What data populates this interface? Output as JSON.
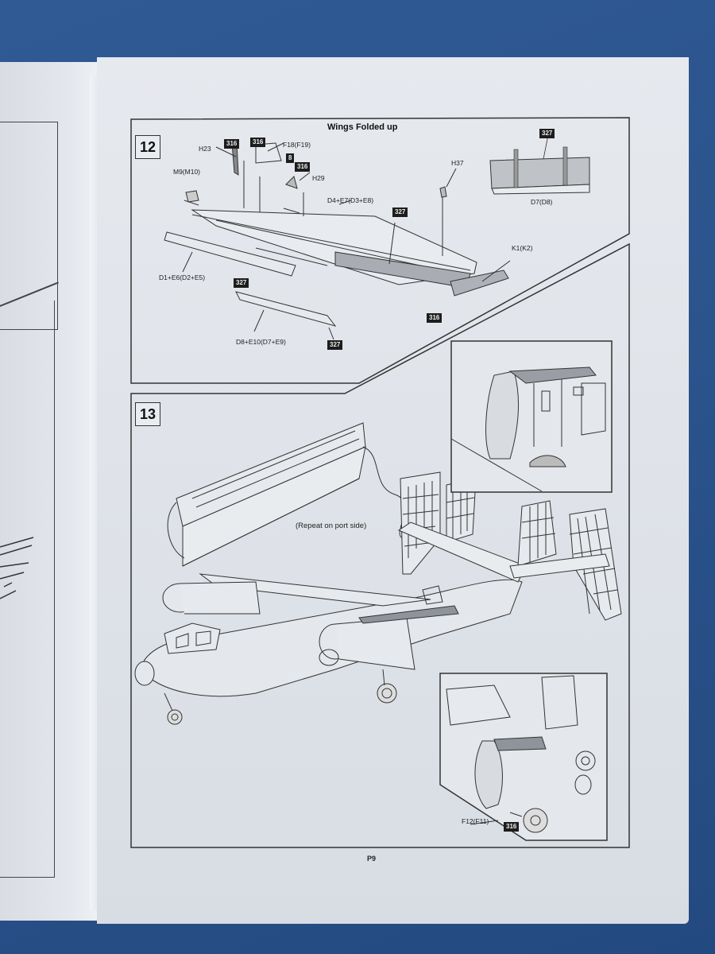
{
  "document": {
    "page_number": "P9",
    "colors": {
      "background": "#2b538c",
      "paper": "#e2e6eb",
      "line": "#333333",
      "badge": "#1d1d1d"
    }
  },
  "step12": {
    "number": "12",
    "title": "Wings Folded up",
    "labels": {
      "h23": "H23",
      "m9": "M9(M10)",
      "f18": "F18(F19)",
      "h29": "H29",
      "h37": "H37",
      "d4": "D4+E7(D3+E8)",
      "d1": "D1+E6(D2+E5)",
      "d8": "D8+E10(D7+E9)",
      "k1": "K1(K2)",
      "d7": "D7(D8)"
    },
    "badges": [
      "316",
      "316",
      "8",
      "316",
      "327",
      "327",
      "327",
      "316",
      "327"
    ]
  },
  "step13": {
    "number": "13",
    "note": "(Repeat on port side)",
    "labels": {
      "f12": "F12(F11)"
    },
    "badges": [
      "316"
    ]
  }
}
